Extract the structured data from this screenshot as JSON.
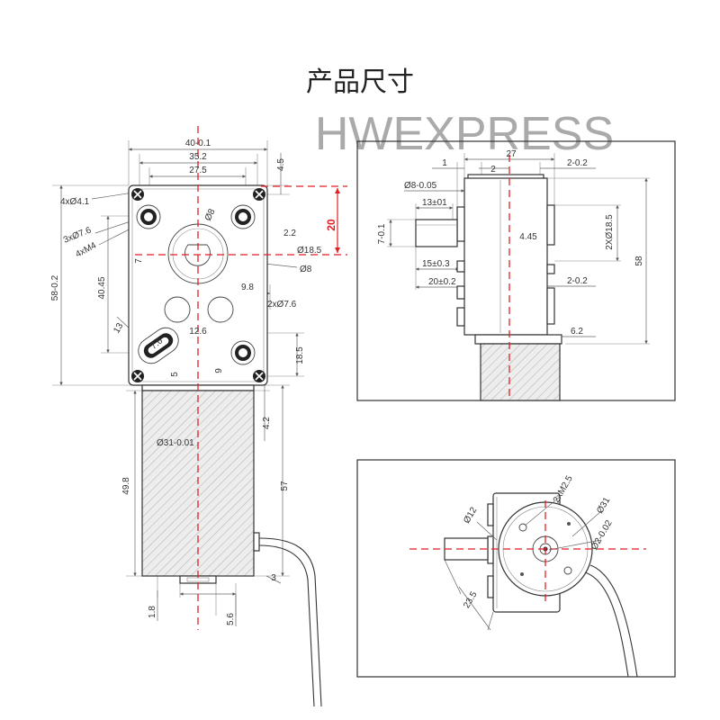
{
  "title": "产品尺寸",
  "watermark": "HWEXPRESS",
  "colors": {
    "accent": "#e21f26",
    "line": "#444444",
    "hatch": "#b8b8b8",
    "background": "#ffffff"
  },
  "front_view": {
    "overall_width": "40-0.1",
    "outer_hole_spacing": "35.2",
    "inner_hole_spacing": "27.5",
    "top_offset": "4.5",
    "corner_holes": "4xØ4.1",
    "mount_holes": "3xØ7.6",
    "threaded_holes": "4xM4",
    "shaft_diameter_top": "Ø8",
    "shaft_center_offset": "20",
    "shaft_flat": "2.2",
    "shaft_flat_width": "7",
    "boss_diameter": "Ø18.5",
    "shaft_diameter": "Ø8",
    "overall_height": "58-0.2",
    "hole_vertical_spacing": "40.45",
    "side_hole_spacing": "9.8",
    "side_holes": "2xØ7.6",
    "slot_length": "13",
    "slot_width": "7.6",
    "side_hole_offset": "12.6",
    "bottom_hole_offset": "18.5",
    "offset_9": "9",
    "offset_5": "5",
    "motor_gap": "4.2",
    "motor_diameter": "Ø31-0.01",
    "motor_length": "49.8",
    "motor_total_length": "57",
    "cap_offset": "3",
    "nub_height": "1.8",
    "nub_offset": "5.6"
  },
  "side_view": {
    "gearbox_depth": "27",
    "flange_1": "1",
    "flange_2": "2",
    "tab_top": "2-0.2",
    "shaft_diameter": "Ø8-0.05",
    "shaft_length": "13±01",
    "shaft_flat": "7-0.1",
    "center_offset": "4.45",
    "boss": "2XØ18.5",
    "height": "58",
    "shaft_total": "15±0.3",
    "shaft_total_2": "20±0.2",
    "tab_bottom": "2-0.2",
    "motor_offset": "6.2"
  },
  "end_view": {
    "screws": "2xM2.5",
    "shaft_boss": "Ø12",
    "motor_diameter": "Ø31",
    "center_pin": "Ø2-0.02",
    "offset": "23.5"
  }
}
